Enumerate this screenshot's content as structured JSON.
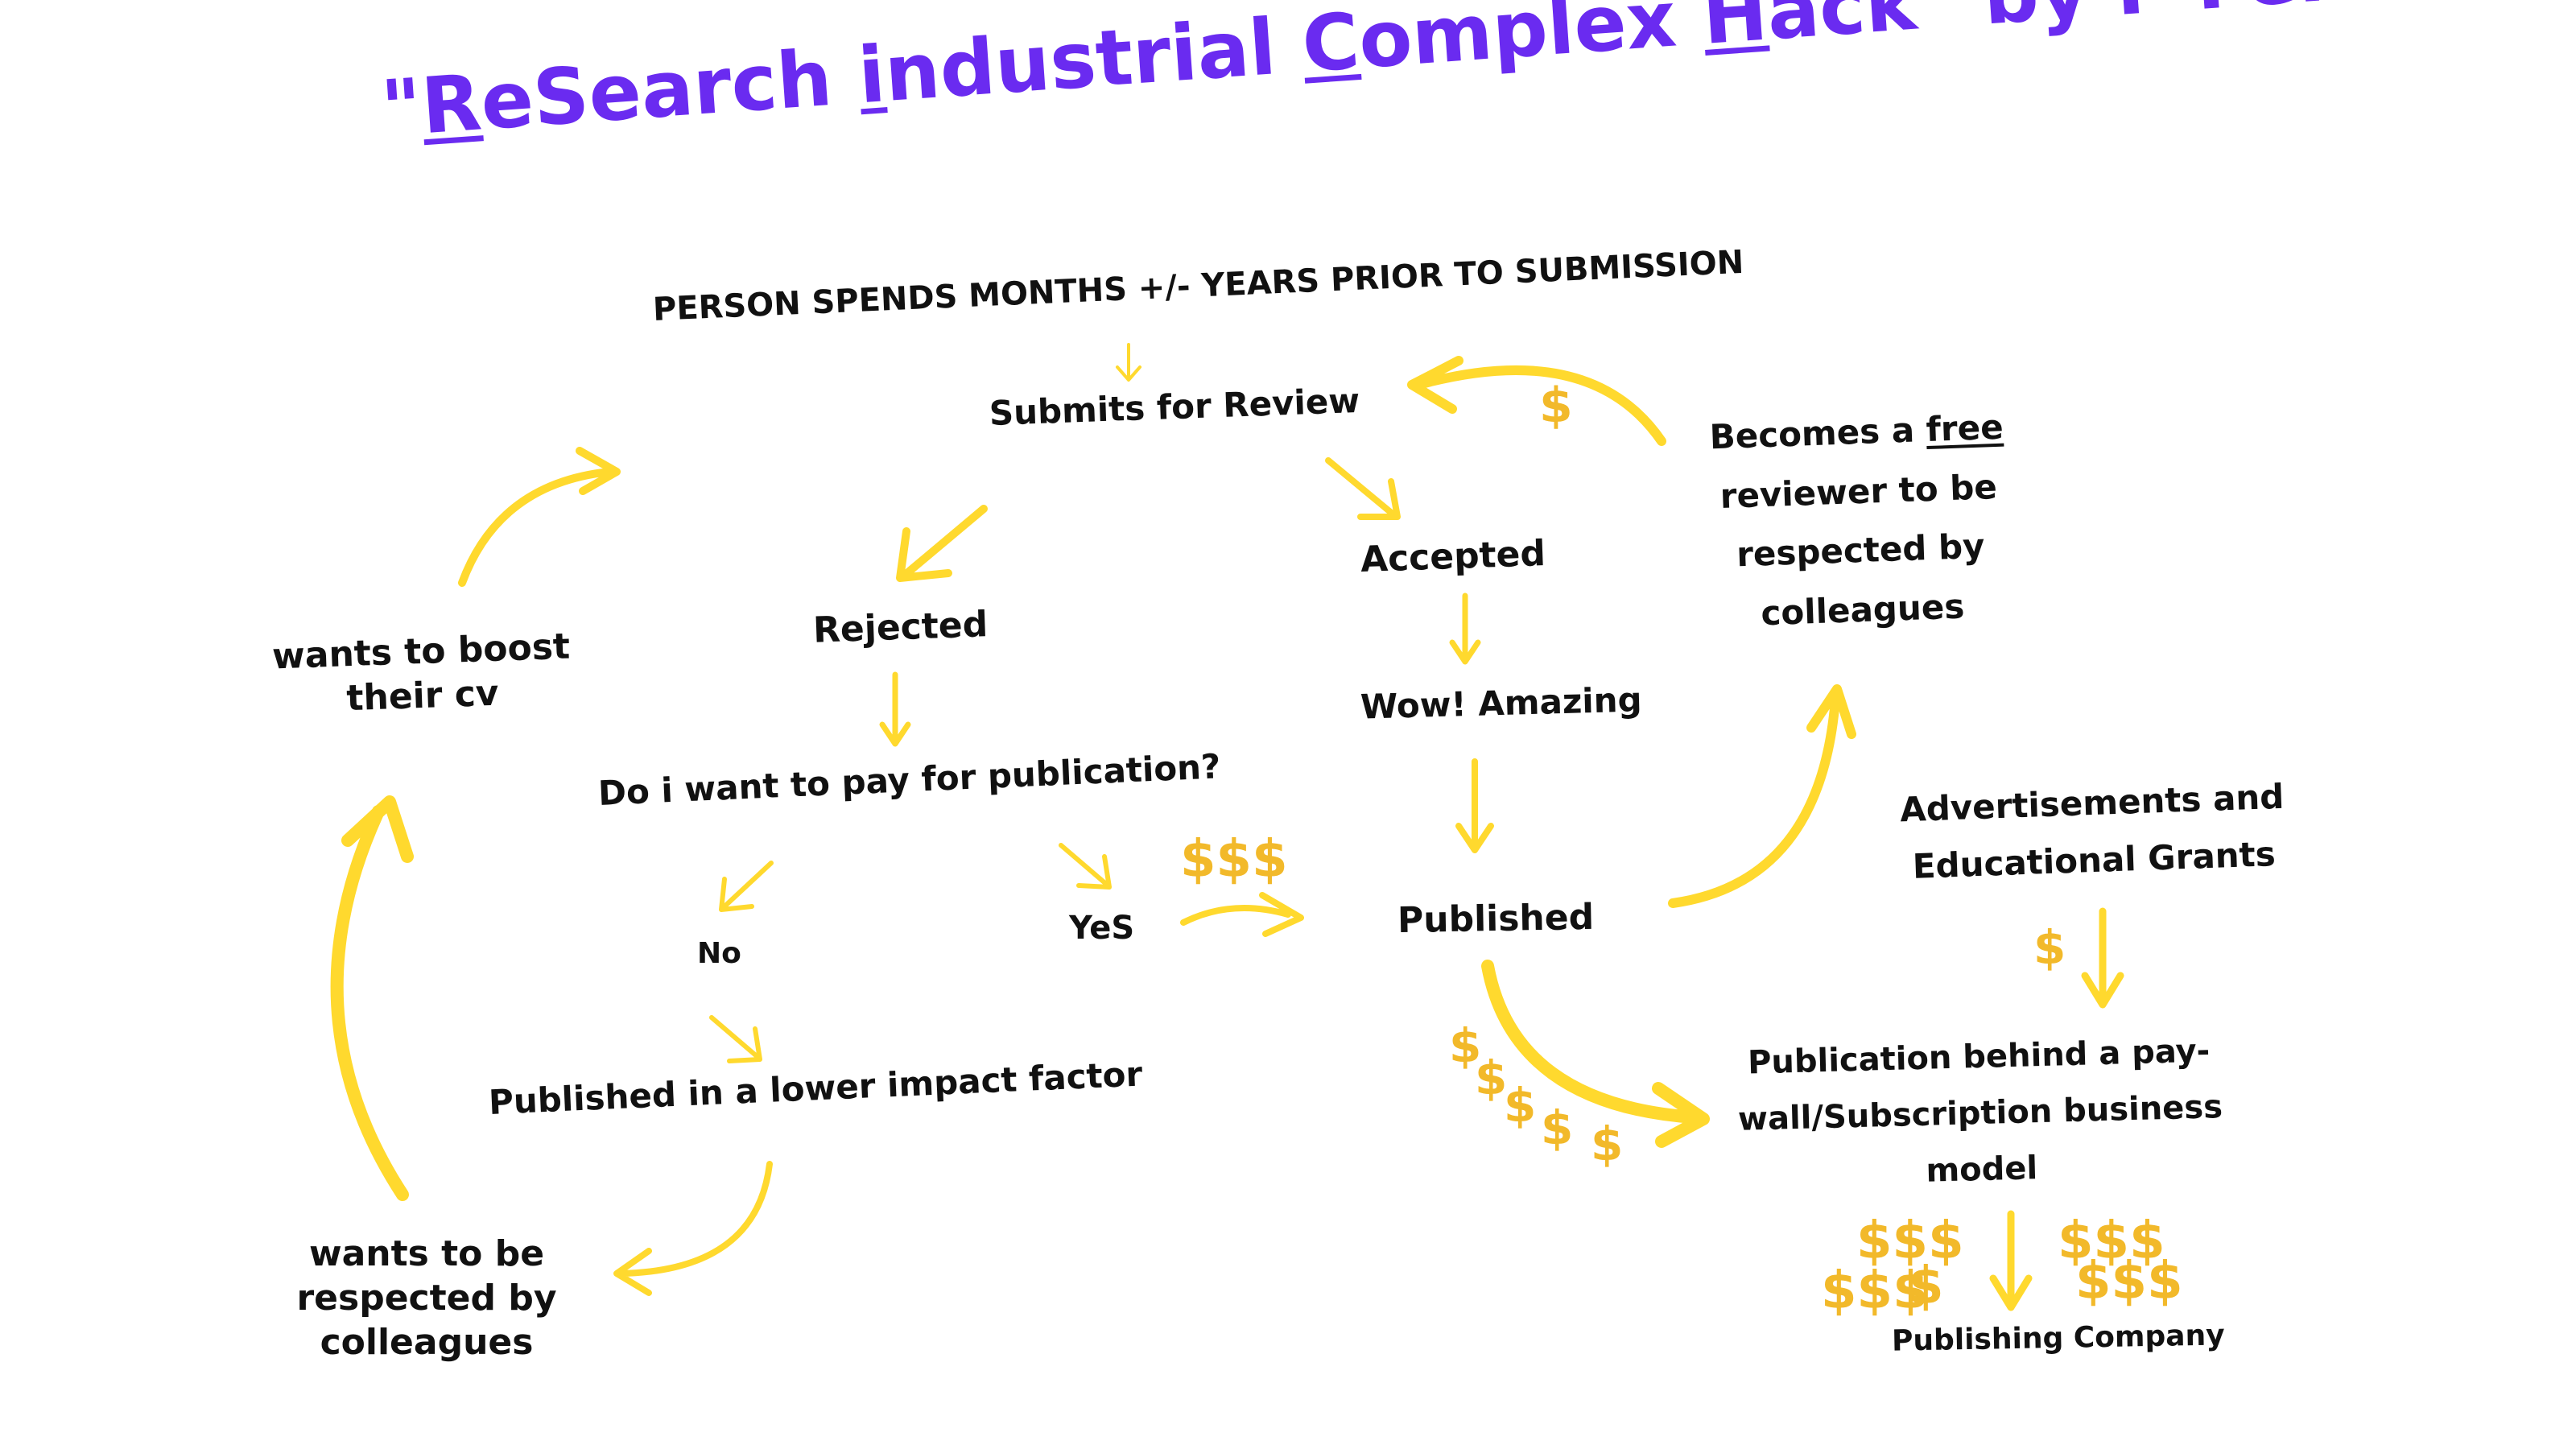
{
  "title": {
    "quote_open": "\"",
    "letter_r": "R",
    "part_1": "eSearch ",
    "letter_i": "i",
    "part_2": "ndustrial ",
    "letter_c": "C",
    "part_3": "omplex ",
    "letter_h": "H",
    "part_4": "ack\" by P'Fella"
  },
  "nodes": {
    "person_spends": "PERSON SPENDS MONTHS +/- YEARS PRIOR TO SUBMISSION",
    "submits": "Submits for Review",
    "rejected": "Rejected",
    "accepted": "Accepted",
    "wow": "Wow! Amazing",
    "pay_question": "Do i want to pay for publication?",
    "no": "No",
    "yes": "YeS",
    "published": "Published",
    "lower_impact": "Published in a lower impact factor",
    "respected_1": "wants  to be",
    "respected_2": "respected by",
    "respected_3": "colleagues",
    "boost_1": "wants to boost",
    "boost_2": "their cv",
    "reviewer_1a": "Becomes a ",
    "reviewer_1b": "free",
    "reviewer_2": "reviewer to be",
    "reviewer_3": "respected by",
    "reviewer_4": "colleagues",
    "ads_1": "Advertisements and",
    "ads_2": "Educational Grants",
    "paywall_1": "Publication behind a pay-",
    "paywall_2": "wall/Subscription  business",
    "paywall_3": "model",
    "company": "Publishing Company"
  },
  "money": {
    "single": "$",
    "triple": "$$$"
  },
  "colors": {
    "title": "#6a2bf0",
    "arrow": "#ffd92e",
    "dollar": "#f2b92a",
    "text": "#111111"
  }
}
